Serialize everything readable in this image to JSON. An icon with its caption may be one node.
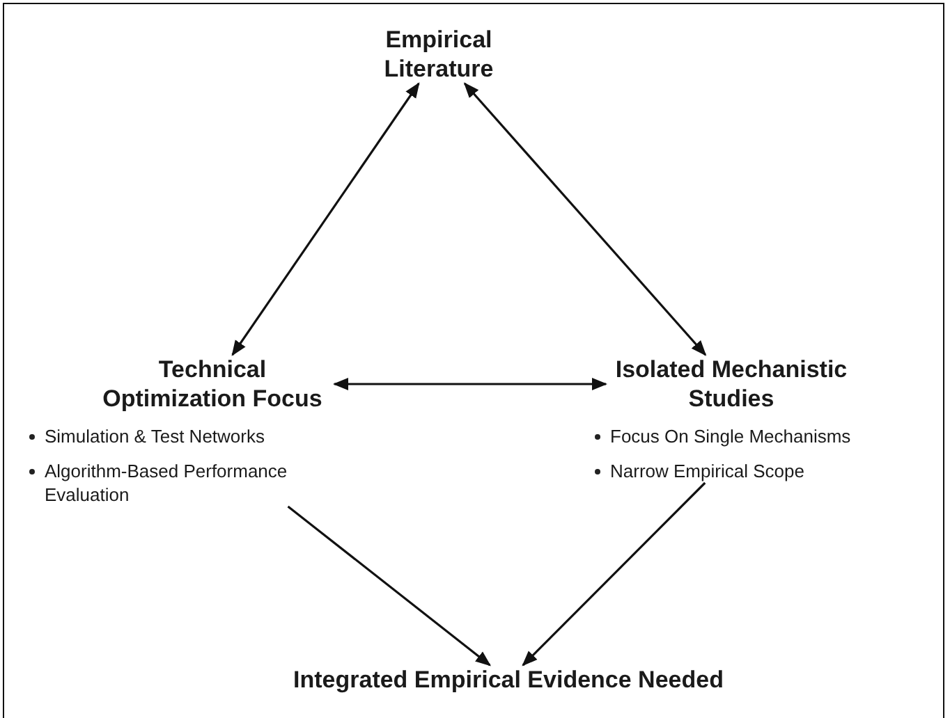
{
  "diagram": {
    "nodes": [
      {
        "text": [
          "Empirical Literature"
        ]
      },
      {
        "text": [
          "Technical Optimization Focus",
          "Simulation & Test Networks",
          "Algorithm-Based Performance Evaluation"
        ]
      },
      {
        "text": [
          "Isolated Mechanistic Studies",
          "Focus On Single Mechanisms",
          "Narrow Empirical Scope"
        ]
      },
      {
        "text": [
          "Integrated Empirical Evidence Needed"
        ]
      }
    ],
    "edges": [
      {
        "from": 0,
        "to": 1,
        "arrow": "both"
      },
      {
        "from": 0,
        "to": 2,
        "arrow": "both"
      },
      {
        "from": 1,
        "to": 2,
        "arrow": "both"
      },
      {
        "from": 1,
        "to": 3,
        "arrow": "to"
      },
      {
        "from": 2,
        "to": 3,
        "arrow": "to"
      }
    ]
  }
}
